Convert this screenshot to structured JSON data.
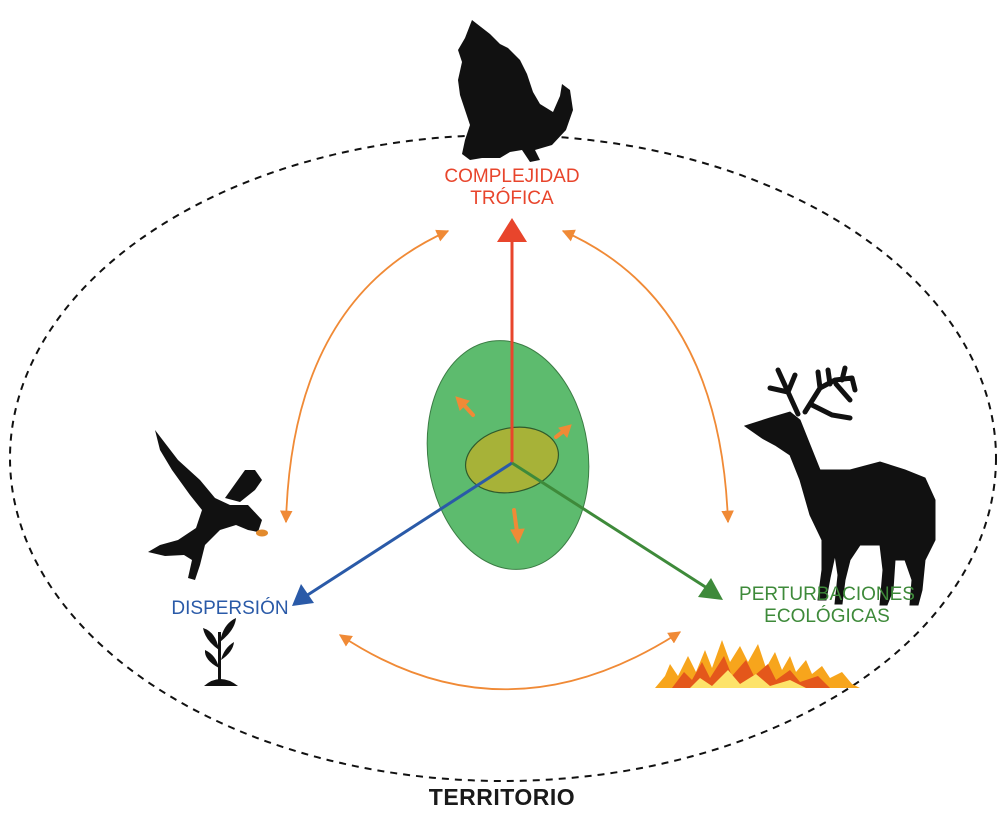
{
  "diagram": {
    "boundary_label": "TERRITORIO",
    "axes": {
      "trophic": {
        "label_line1": "COMPLEJIDAD",
        "label_line2": "TRÓFICA",
        "color": "#e8452c",
        "icon": "howling-wolf-icon"
      },
      "dispersal": {
        "label": "DISPERSIÓN",
        "color": "#2a5aa8",
        "icons": [
          "flying-bird-icon",
          "seedling-icon"
        ]
      },
      "disturbance": {
        "label_line1": "PERTURBACIONES",
        "label_line2": "ECOLÓGICAS",
        "color": "#3e8a3a",
        "icons": [
          "elk-icon",
          "fire-icon"
        ]
      }
    },
    "colors": {
      "interaction_arrows": "#f08a36",
      "outer_ellipse": "#5dbb6e",
      "inner_ellipse": "#a7b238",
      "boundary": "#111111"
    }
  }
}
